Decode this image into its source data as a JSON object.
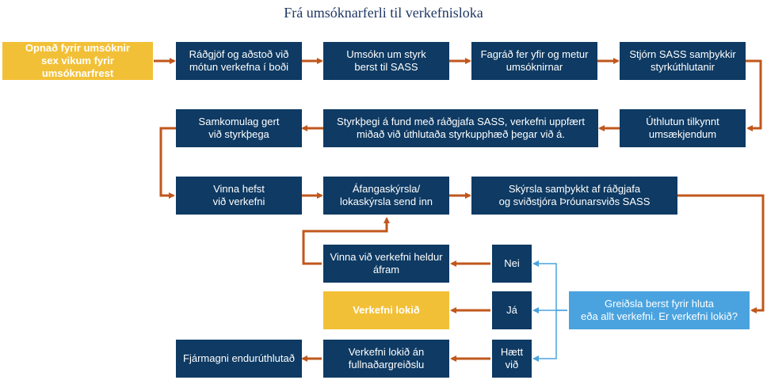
{
  "title": "Frá umsóknarferli til verkefnisloka",
  "boxes": {
    "open": "Opnað fyrir umsóknir\nsex vikum fyrir umsóknarfrest",
    "advice": "Ráðgjöf og aðstoð við\nmótun verkefna í boði",
    "apply": "Umsókn um styrk\nberst til SASS",
    "review": "Fagráð fer yfir og metur\numsóknirnar",
    "board": "Stjórn SASS samþykkir\nstyrkúthlutanir",
    "notify": "Úthlutun tilkynnt\numsækjendum",
    "meeting": "Styrkþegi á fund með ráðgjafa SASS, verkefni uppfært\nmiðað við úthlutaða styrkupphæð þegar við á.",
    "agreement": "Samkomulag gert\nvið styrkþega",
    "work_start": "Vinna hefst\nvið verkefni",
    "report": "Áfangaskýrsla/\nlokaskýrsla send inn",
    "approved": "Skýrsla samþykkt af ráðgjafa\nog sviðstjóra Þróunarsviðs SASS",
    "payment": "Greiðsla berst fyrir hluta\neða allt verkefni. Er verkefni lokið?",
    "no": "Nei",
    "yes": "Já",
    "stop": "Hætt\nvið",
    "continue": "Vinna við verkefni heldur\náfram",
    "finished": "Verkefni lokið",
    "finished_no_pay": "Verkefni lokið án\nfullnaðargreiðslu",
    "refund": "Fjármagni endurúthlutað"
  },
  "colors": {
    "navy": "#0e3a63",
    "yellow": "#f2c037",
    "light_blue": "#4aa3df",
    "arrow_orange": "#c0571c",
    "arrow_blue": "#4aa3df",
    "title": "#1f3864"
  }
}
